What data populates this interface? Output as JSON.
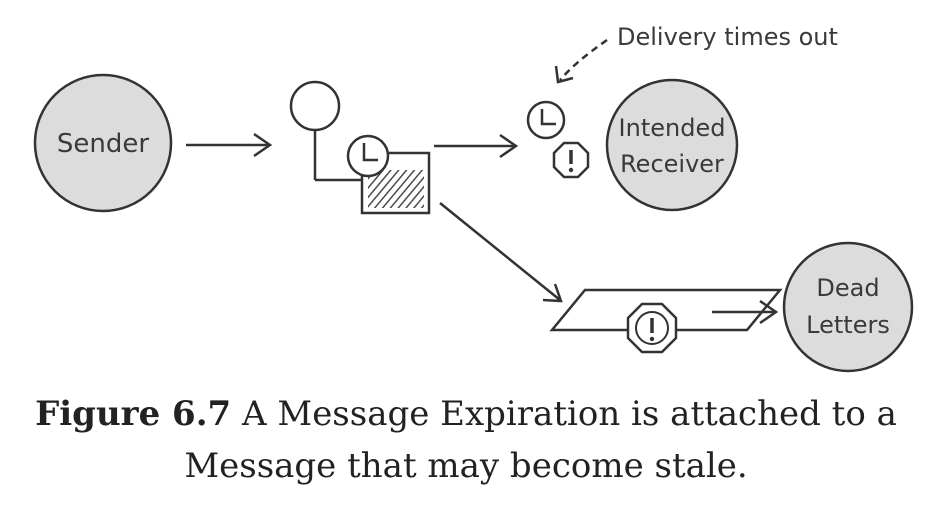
{
  "nodes": {
    "sender": "Sender",
    "intended_receiver_line1": "Intended",
    "intended_receiver_line2": "Receiver",
    "dead_letters_line1": "Dead",
    "dead_letters_line2": "Letters"
  },
  "annotation": "Delivery times out",
  "caption": {
    "figure_label": "Figure 6.7",
    "text_line1": "A Message Expiration is attached to a",
    "text_line2": "Message that may become stale."
  }
}
